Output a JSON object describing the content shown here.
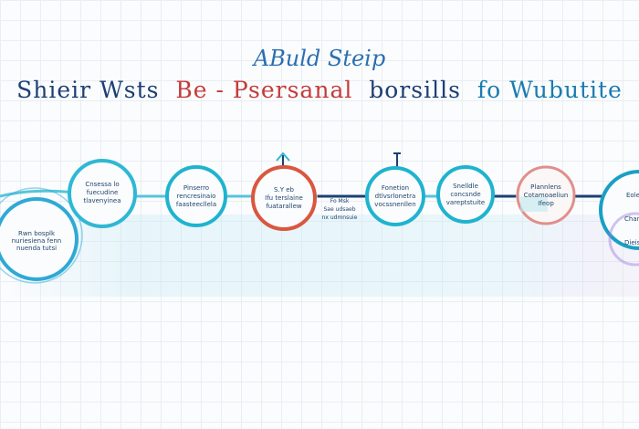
{
  "diagram": {
    "subtitle": "ABuld Steip",
    "title_parts": [
      "Shieir Wsts",
      "Be - Psersanal",
      "borsills",
      "fo Wubutite"
    ],
    "nodes": [
      {
        "label": [
          "Rwn bosplk",
          "nuriesiena fenn",
          "nuenda tutsi"
        ],
        "color": "#2fa9d6"
      },
      {
        "label": [
          "Cnsessa lo",
          "fuecudine",
          "tlavenyinea"
        ],
        "color": "#2fb8d4"
      },
      {
        "label": [
          "Pinserro",
          "rencresinaio",
          "faasteecllela"
        ],
        "color": "#1fb3cf"
      },
      {
        "label": [
          "S.Y eb",
          "Ifu terslaine",
          "fuatarallew"
        ],
        "color": "#d9573f"
      },
      {
        "label": [
          "Fonetion",
          "dtlvsrlonetra",
          "vocssnenllen"
        ],
        "color": "#1fb3cf"
      },
      {
        "label": [
          "Snelldle",
          "concsnde",
          "vareptstuite"
        ],
        "color": "#1fb3cf"
      },
      {
        "label": [
          "Plannlens",
          "Cotamoaeliun",
          "Ifeop"
        ],
        "color": "#e08a86"
      },
      {
        "label": [
          "Eole",
          "Chanon",
          "Dieisle"
        ],
        "color": "#1a9fc4"
      }
    ],
    "side_label": [
      "Fo Msk",
      "Sae udsaeb",
      "nx udmnsuie"
    ],
    "colors": {
      "teal": "#1fb3cf",
      "coral": "#d9573f",
      "navy": "#1d3f74"
    }
  }
}
